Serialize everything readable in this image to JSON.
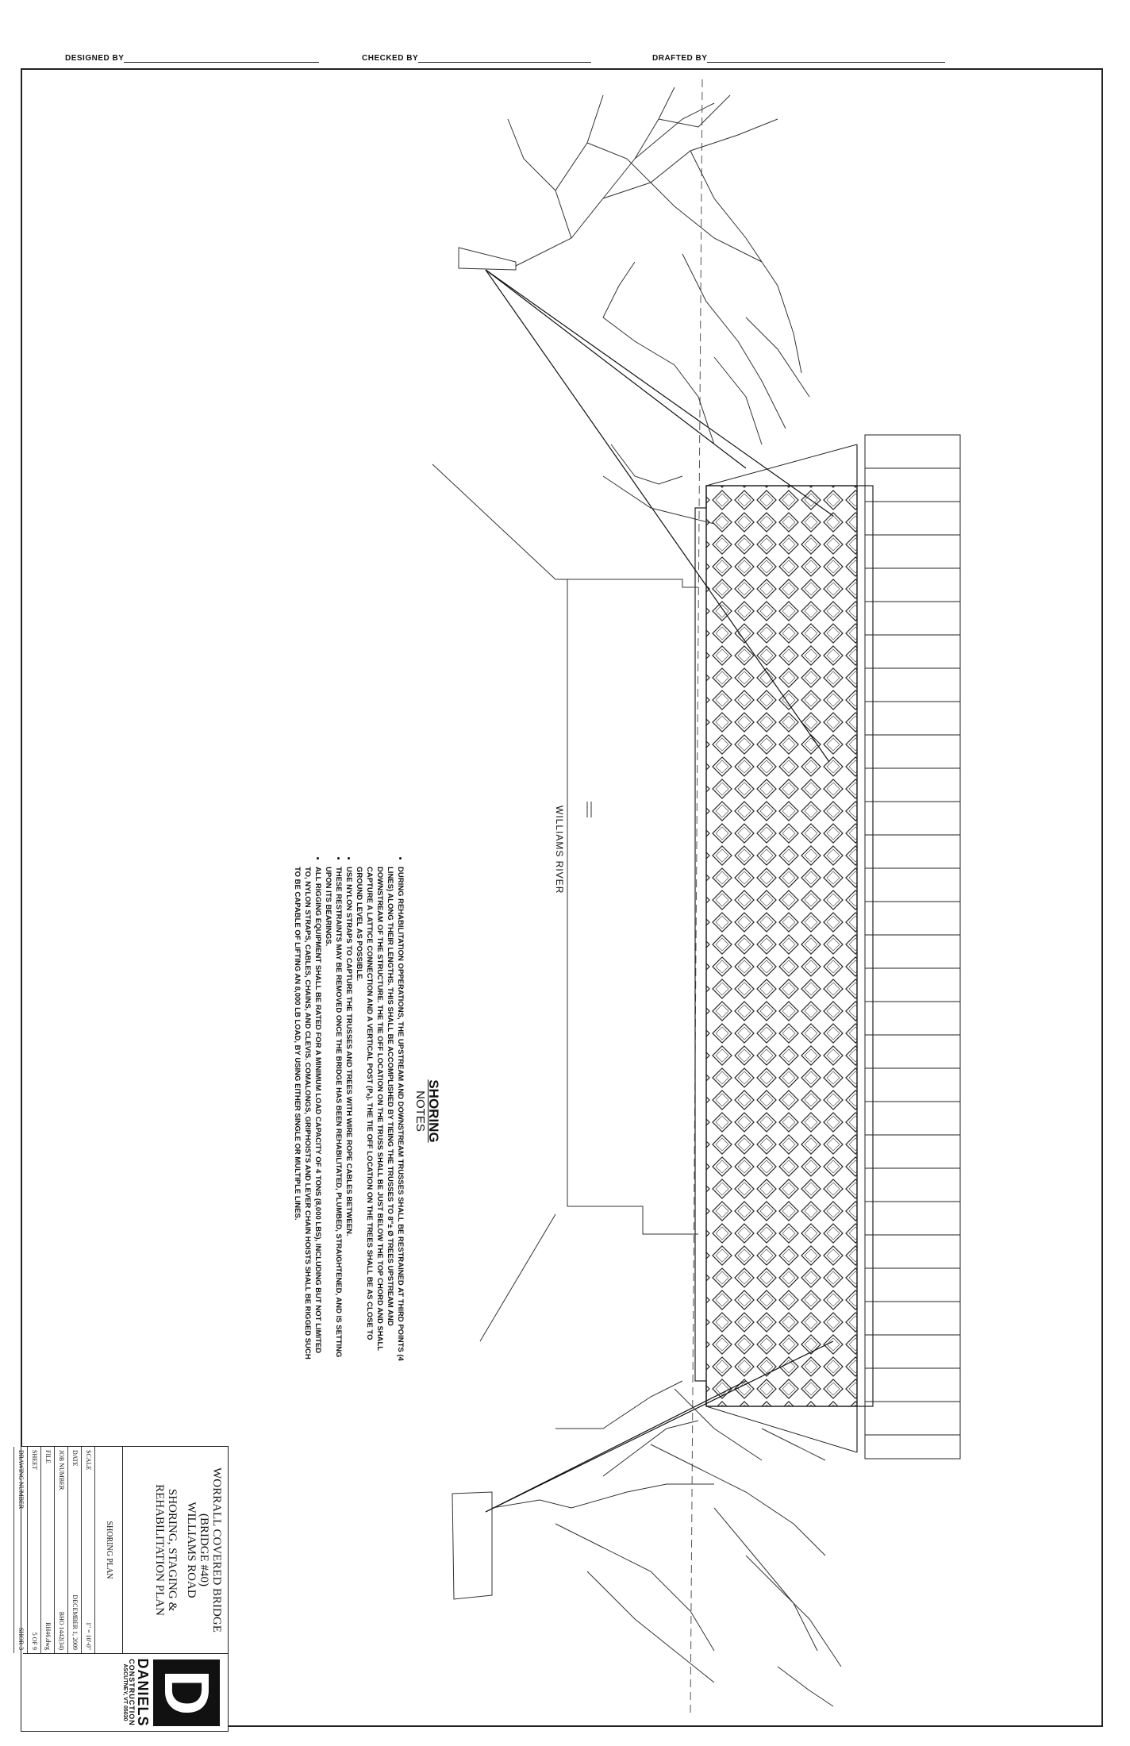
{
  "header": {
    "designed_by": "DESIGNED BY",
    "checked_by": "CHECKED BY",
    "drafted_by": "DRAFTED BY"
  },
  "notes": {
    "title": "SHORING",
    "subtitle": "NOTES",
    "items": [
      "DURING REHABILITATION OPPERATIONS, THE UPSTREAM AND DOWNSTREAM TRUSSES SHALL BE RESTRAINED AT THIRD POINTS (4 LINES) ALONG THEIR LENGTHS. THIS SHALL BE ACCOMPLISHED BY TIEING THE TRUSSES TO 8\"± Ø TREES UPSTREAM AND DOWNSTREAM OF THE STRUCTURE. THE TIE OFF LOCATION ON THE TRUSS SHALL BE JUST BELOW THE TOP CHORD AND SHALL CAPTURE A LATTICE CONNECTION AND A VERTICAL POST (Pₐ). THE TIE OFF LOCATION ON THE TREES SHALL BE AS CLOSE TO GROUND LEVEL AS POSSIBLE.",
      "USE NYLON STRAPS TO CAPTURE THE TRUSSES AND TREES WITH WIRE ROPE CABLES BETWEEN.",
      "THESE RESTRAINTS MAY BE REMOVED ONCE THE BRIDGE HAS BEEN REHABILITATED, PLUMBED, STRAIGHTENED, AND IS SETTING UPON ITS BEARINGS.",
      "ALL RIGGING EQUIPMENT SHALL BE RATED FOR A MINIMUM LOAD CAPACITY OF 4 TONS (8,000 LBS), INCLUDING BUT NOT LIMITED TO, NYLON STRAPS, CABLES, CHAINS, AND CLEVIS. COMALONGS, GRIPHOISTS AND LEVER CHAIN HOISTS SHALL BE RIGGED SUCH TO BE CAPABLE OF LIFTING AN 8,000 LB LOAD, BY USING EITHER SINGLE OR MULTIPLE LINES."
    ]
  },
  "river_label": "WILLIAMS RIVER",
  "title_block": {
    "project_line1": "WORRALL COVERED BRIDGE",
    "project_line2": "(BRIDGE #40)",
    "project_line3": "WILLIAMS ROAD",
    "plan_line1": "SHORING, STAGING &",
    "plan_line2": "REHABILITATION PLAN",
    "sheet_title": "SHORING PLAN",
    "rows": [
      {
        "label": "SCALE",
        "value": "1\" = 10'-0\""
      },
      {
        "label": "DATE",
        "value": "DECEMBER 1, 2009"
      },
      {
        "label": "JOB NUMBER",
        "value": "BHO 1442(34)"
      },
      {
        "label": "FILE",
        "value": "RH46.dwg"
      },
      {
        "label": "SHEET",
        "value": "5 OF 9"
      },
      {
        "label": "DRAWING NUMBER",
        "value": "SHOR-3"
      }
    ],
    "company_mark": "D",
    "company_name": "DANIELS",
    "company_sub": "CONSTRUCTION",
    "company_addr": "ASCUTNEY, VT 05030"
  }
}
